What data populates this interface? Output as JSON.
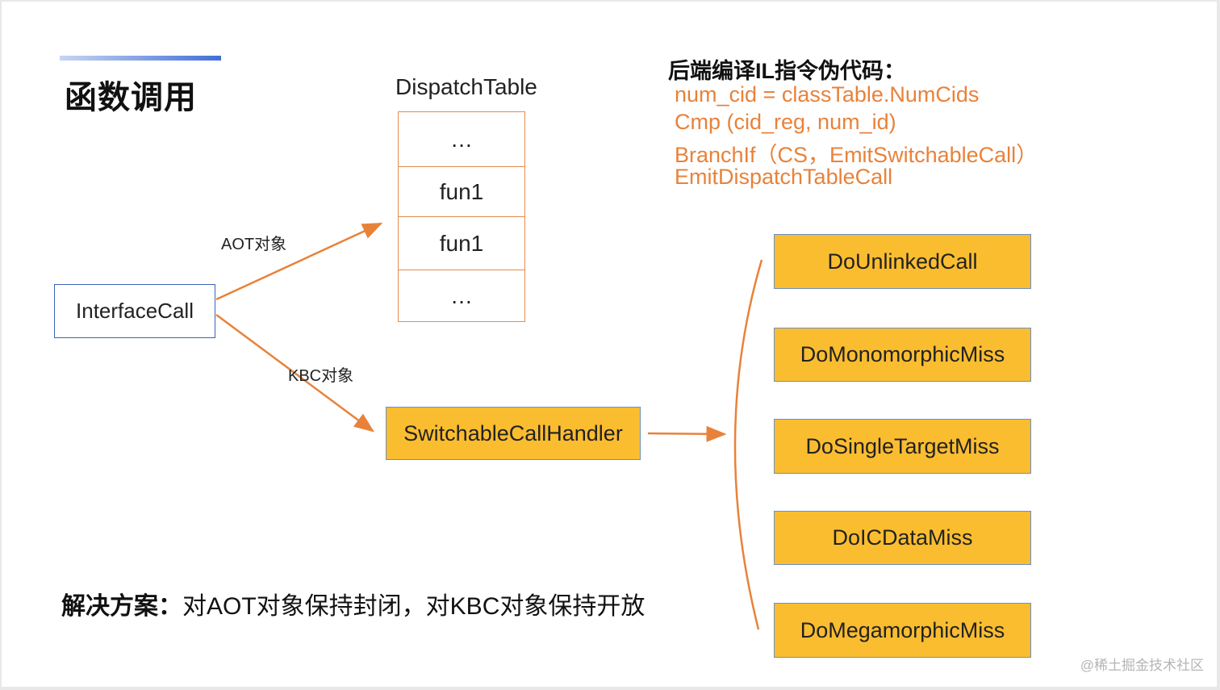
{
  "title": "函数调用",
  "dispatch_table": {
    "title": "DispatchTable",
    "cells": [
      "…",
      "fun1",
      "fun1",
      "…"
    ]
  },
  "code": {
    "title": "后端编译IL指令伪代码：",
    "lines": [
      "num_cid = classTable.NumCids",
      "Cmp (cid_reg, num_id)",
      "BranchIf（CS，EmitSwitchableCall）",
      "EmitDispatchTableCall"
    ]
  },
  "interface_call": "InterfaceCall",
  "edges": {
    "aot_label": "AOT对象",
    "kbc_label": "KBC对象"
  },
  "handler": "SwitchableCallHandler",
  "targets": [
    "DoUnlinkedCall",
    "DoMonomorphicMiss",
    "DoSingleTargetMiss",
    "DoICDataMiss",
    "DoMegamorphicMiss"
  ],
  "solution": {
    "label": "解决方案：",
    "text": "对AOT对象保持封闭，对KBC对象保持开放"
  },
  "watermark": "@稀土掘金技术社区",
  "colors": {
    "accent_blue": "#3f6fd8",
    "orange": "#e8823a",
    "box_yellow": "#fbbd30"
  }
}
